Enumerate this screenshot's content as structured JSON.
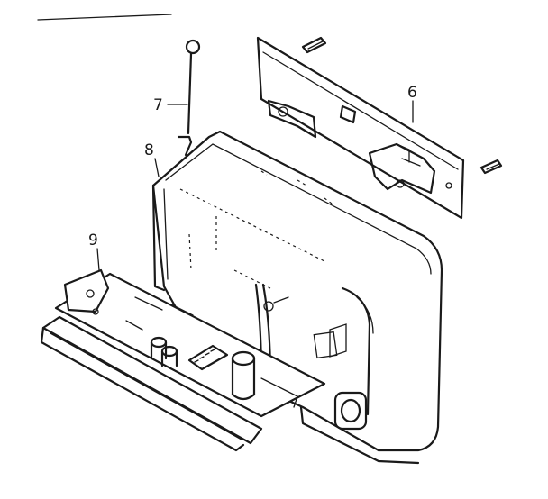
{
  "diagram": {
    "callouts": [
      {
        "id": "6",
        "label": "6"
      },
      {
        "id": "7",
        "label": "7"
      },
      {
        "id": "8",
        "label": "8"
      },
      {
        "id": "9",
        "label": "9"
      }
    ],
    "colors": {
      "line": "#1a1a1a",
      "background": "#ffffff"
    }
  }
}
